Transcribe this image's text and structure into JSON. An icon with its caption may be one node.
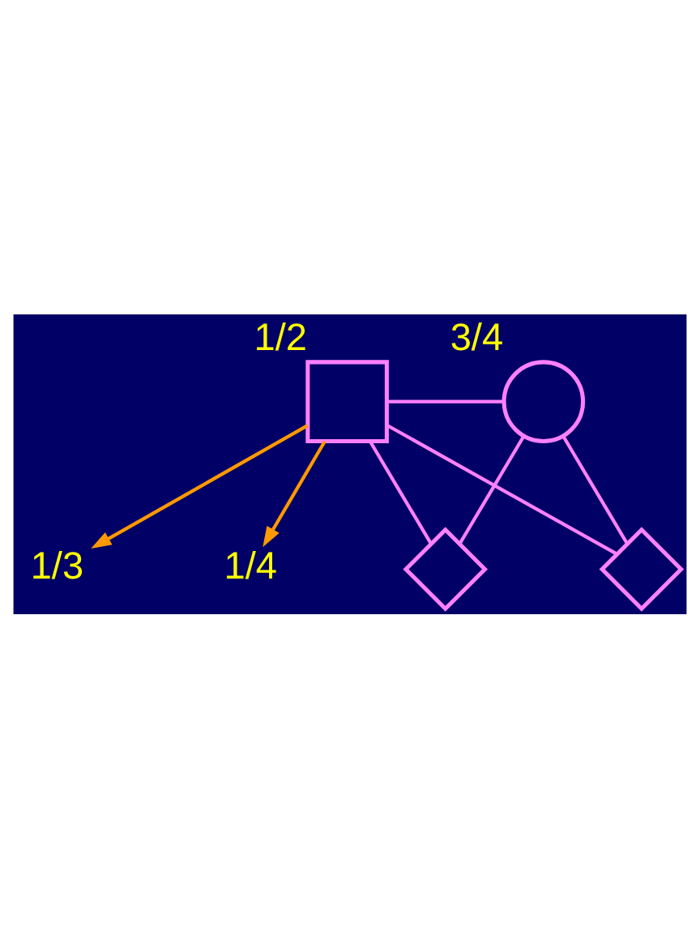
{
  "diagram": {
    "nodes": [
      {
        "text": [],
        "shape": "box",
        "beside": [
          "1/2"
        ]
      },
      {
        "text": [],
        "shape": "circle",
        "beside": [
          "3/4"
        ]
      },
      {
        "text": [],
        "shape": "diamond"
      },
      {
        "text": [],
        "shape": "diamond"
      },
      {
        "text": [
          "1/3"
        ]
      },
      {
        "text": [
          "1/4"
        ]
      }
    ],
    "edges": [
      {
        "from": 0,
        "to": 1,
        "arrow": "none"
      },
      {
        "from": 0,
        "to": 2,
        "arrow": "none"
      },
      {
        "from": 0,
        "to": 3,
        "arrow": "none"
      },
      {
        "from": 1,
        "to": 2,
        "arrow": "none"
      },
      {
        "from": 1,
        "to": 3,
        "arrow": "none"
      },
      {
        "from": 0,
        "to": 4,
        "arrow": "to",
        "color": "#ff9900"
      },
      {
        "from": 0,
        "to": 5,
        "arrow": "to",
        "color": "#ff9900"
      }
    ]
  }
}
